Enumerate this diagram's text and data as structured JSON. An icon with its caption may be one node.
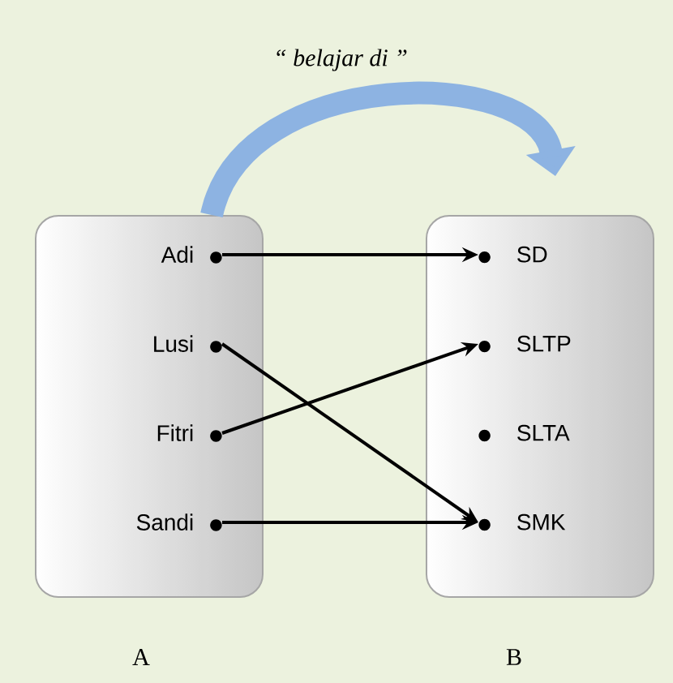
{
  "diagram": {
    "nodes": [
      {
        "text": [
          "A"
        ]
      },
      {
        "text": [
          "Adi"
        ],
        "in": 0
      },
      {
        "text": [
          "Lusi"
        ],
        "in": 0
      },
      {
        "text": [
          "Fitri"
        ],
        "in": 0
      },
      {
        "text": [
          "Sandi"
        ],
        "in": 0
      },
      {
        "text": [
          "B"
        ]
      },
      {
        "text": [
          "SD"
        ],
        "in": 5
      },
      {
        "text": [
          "SLTP"
        ],
        "in": 5
      },
      {
        "text": [
          "SLTA"
        ],
        "in": 5
      },
      {
        "text": [
          "SMK"
        ],
        "in": 5
      }
    ],
    "edges": [
      {
        "from": 0,
        "to": 5,
        "arrow": "to",
        "label": "“ belajar di ”",
        "style": "thick",
        "color": "#8db3e2"
      },
      {
        "from": 1,
        "to": 6,
        "arrow": "to"
      },
      {
        "from": 2,
        "to": 9,
        "arrow": "to"
      },
      {
        "from": 3,
        "to": 7,
        "arrow": "to"
      },
      {
        "from": 4,
        "to": 9,
        "arrow": "to"
      }
    ]
  }
}
